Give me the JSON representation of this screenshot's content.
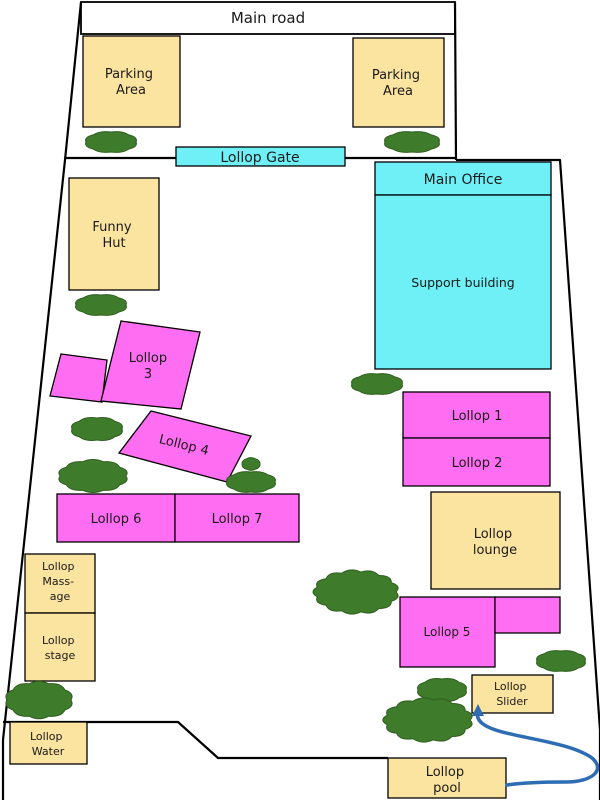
{
  "colors": {
    "tan": "#fbe3a0",
    "magenta": "#ff6ef2",
    "cyan": "#6ff0f7",
    "tree": "#3e7b2a",
    "tree_edge": "#2f5f1f",
    "path": "#2e6db4"
  },
  "road": {
    "label": "Main road"
  },
  "gate": {
    "label": "Lollop Gate"
  },
  "parking_left": {
    "lines": [
      "Parking",
      "Area"
    ]
  },
  "parking_right": {
    "lines": [
      "Parking",
      "Area"
    ]
  },
  "funny_hut": {
    "lines": [
      "Funny",
      "Hut"
    ]
  },
  "main_office": {
    "label": "Main Office"
  },
  "support_building": {
    "label": "Support building"
  },
  "lollop3": {
    "lines": [
      "Lollop",
      "3"
    ]
  },
  "lollop4": {
    "label": "Lollop 4"
  },
  "lollop1": {
    "label": "Lollop 1"
  },
  "lollop2": {
    "label": "Lollop 2"
  },
  "lollop6": {
    "label": "Lollop 6"
  },
  "lollop7": {
    "label": "Lollop 7"
  },
  "lollop_lounge": {
    "lines": [
      "Lollop",
      "lounge"
    ]
  },
  "lollop_massage": {
    "lines": [
      "Lollop",
      "Mass-",
      "age"
    ]
  },
  "lollop_stage": {
    "lines": [
      "Lollop",
      "stage"
    ]
  },
  "lollop5": {
    "label": "Lollop 5"
  },
  "lollop_slider": {
    "lines": [
      "Lollop",
      "Slider"
    ]
  },
  "lollop_water": {
    "lines": [
      "Lollop",
      "Water"
    ]
  },
  "lollop_pool": {
    "lines": [
      "Lollop",
      "pool"
    ]
  }
}
